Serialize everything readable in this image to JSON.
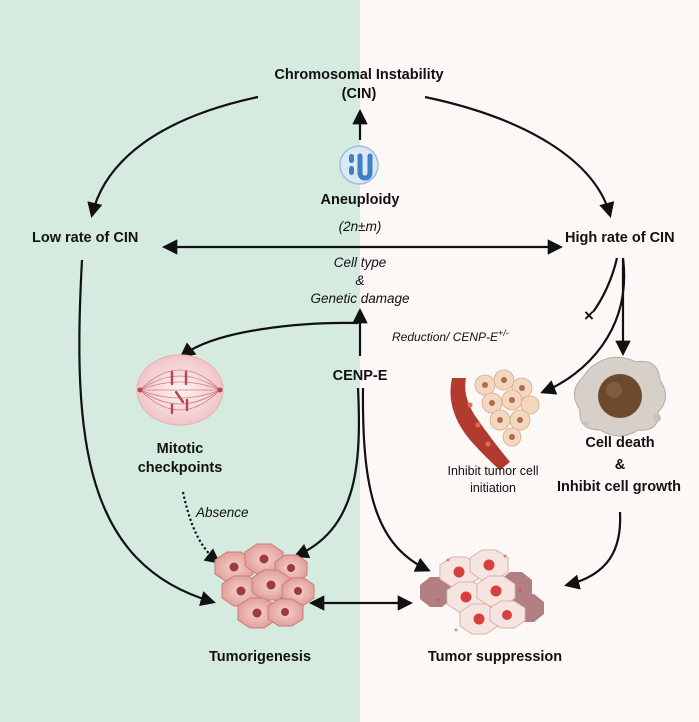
{
  "nodes": {
    "cin_line1": "Chromosomal Instability",
    "cin_line2": "(CIN)",
    "aneuploidy": "Aneuploidy",
    "aneuploidy_formula": "(2n±m)",
    "low_rate": "Low rate of CIN",
    "high_rate": "High rate of CIN",
    "cenpe": "CENP-E",
    "mitotic_line1": "Mitotic",
    "mitotic_line2": "checkpoints",
    "cell_death_line1": "Cell death",
    "cell_death_amp": "&",
    "cell_death_line2": "Inhibit cell growth",
    "inhibit_line1": "Inhibit tumor cell",
    "inhibit_line2": "initiation",
    "tumorigenesis": "Tumorigenesis",
    "tumor_suppression": "Tumor suppression"
  },
  "edge_labels": {
    "cell_type": "Cell type",
    "amp": "&",
    "genetic_damage": "Genetic damage",
    "reduction": "Reduction/ CENP-E",
    "reduction_sup": "+/-",
    "absence": "Absence",
    "blocked": "×"
  },
  "colors": {
    "left_panel": "#d5ebe0",
    "right_panel": "#fcf8f5",
    "arrow": "#111111",
    "tumor_pink": "#e59f9c",
    "tumor_red": "#d8403e",
    "dead_cell": "#6b4a2e"
  }
}
